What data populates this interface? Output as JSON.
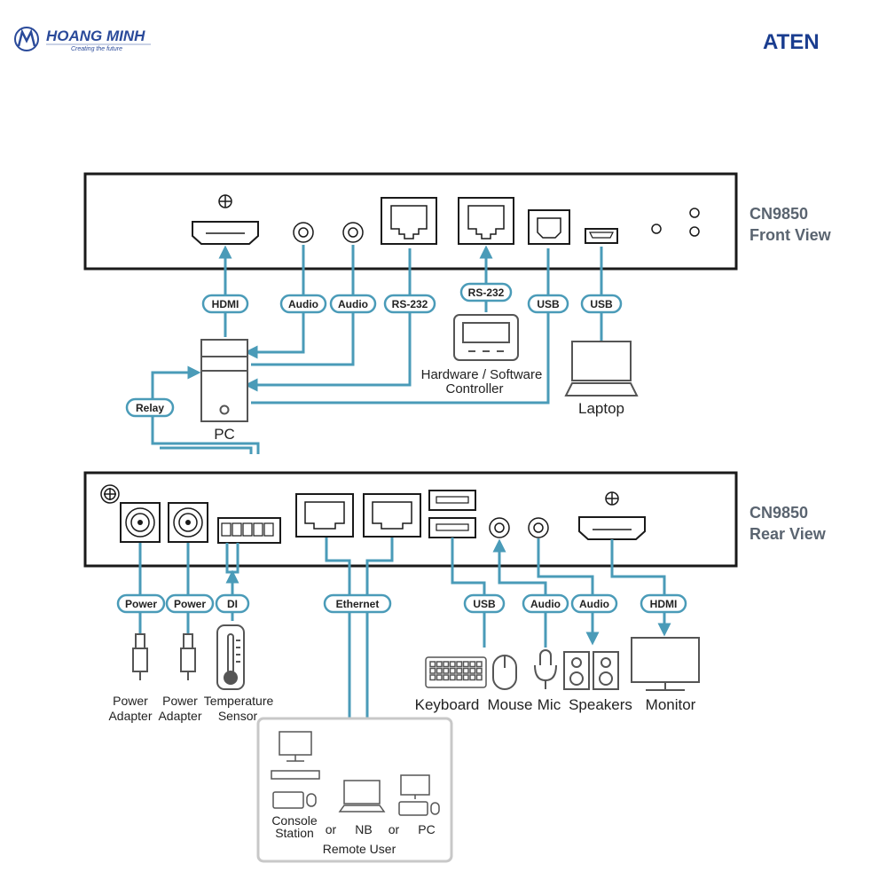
{
  "header": {
    "left_logo": "HOANG MINH",
    "left_tagline": "Creating the future",
    "right_logo": "ATEN"
  },
  "front_view": {
    "model": "CN9850",
    "view": "Front View",
    "labels": {
      "hdmi": "HDMI",
      "audio1": "Audio",
      "audio2": "Audio",
      "rs232a": "RS-232",
      "rs232b": "RS-232",
      "usb1": "USB",
      "usb2": "USB",
      "relay": "Relay"
    },
    "devices": {
      "pc": "PC",
      "controller_line1": "Hardware / Software",
      "controller_line2": "Controller",
      "laptop": "Laptop"
    }
  },
  "rear_view": {
    "model": "CN9850",
    "view": "Rear View",
    "labels": {
      "power1": "Power",
      "power2": "Power",
      "di": "DI",
      "ethernet": "Ethernet",
      "usb": "USB",
      "audio1": "Audio",
      "audio2": "Audio",
      "hdmi": "HDMI"
    },
    "devices": {
      "adapter1_line1": "Power",
      "adapter1_line2": "Adapter",
      "adapter2_line1": "Power",
      "adapter2_line2": "Adapter",
      "sensor_line1": "Temperature",
      "sensor_line2": "Sensor",
      "keyboard": "Keyboard",
      "mouse": "Mouse",
      "mic": "Mic",
      "speakers": "Speakers",
      "monitor": "Monitor"
    }
  },
  "remote_user": {
    "console_line1": "Console",
    "console_line2": "Station",
    "or1": "or",
    "nb": "NB",
    "or2": "or",
    "pc": "PC",
    "title": "Remote User"
  },
  "colors": {
    "cable": "#4a9bb8",
    "outline": "#1a1a1a",
    "device": "#555555",
    "view_text": "#5a6470",
    "brand_hm": "#2a4a9a",
    "brand_aten": "#1a3d8f"
  }
}
